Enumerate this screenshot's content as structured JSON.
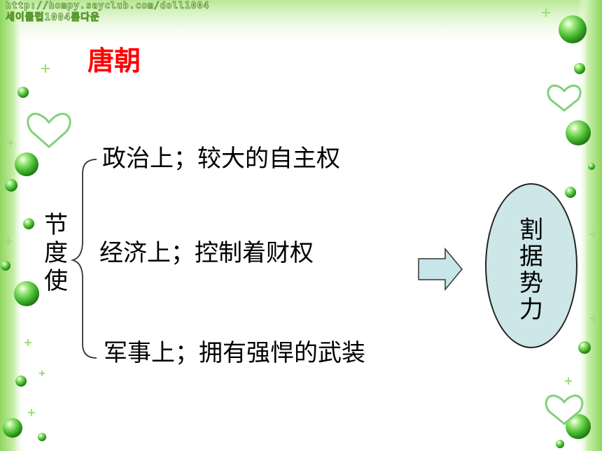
{
  "watermark": {
    "url": "http://hompy.sayclub.com/doll1004",
    "korean": "세이클럽1004름다운"
  },
  "title": "唐朝",
  "subject": {
    "label_chars": [
      "节",
      "度",
      "使"
    ]
  },
  "attributes": [
    {
      "text": "政治上；较大的自主权"
    },
    {
      "text": "经济上；控制着财权"
    },
    {
      "text": "军事上；拥有强悍的武装"
    }
  ],
  "result": {
    "label_chars": [
      "割",
      "据",
      "势",
      "力"
    ]
  },
  "colors": {
    "title": "#ff0000",
    "border_green": "#8ed45a",
    "border_light": "#d6f5c0",
    "orb": "#4fc23a",
    "ellipse_fill": "#cde6e8",
    "arrow_fill": "#c6e6ea"
  },
  "icons": {
    "arrow": "right-arrow-icon",
    "decoration": [
      "green-orb-icon",
      "heart-icon",
      "sparkle-icon"
    ]
  }
}
